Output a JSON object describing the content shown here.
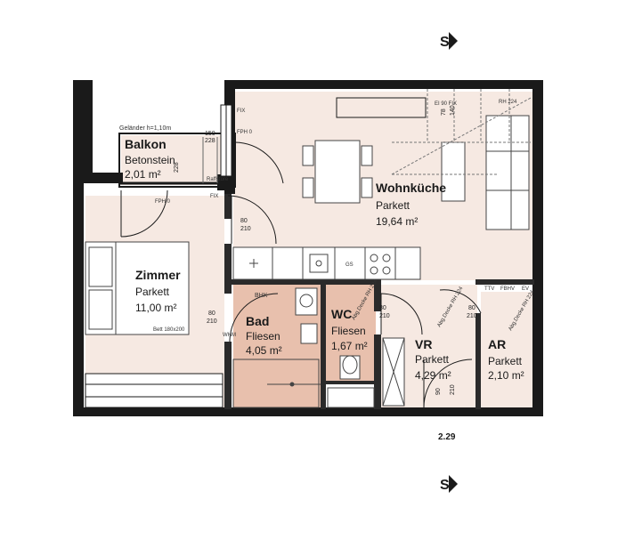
{
  "section_marker_top": "S",
  "section_marker_bottom": "S",
  "rooms": {
    "wohnkueche": {
      "name": "Wohnküche",
      "material": "Parkett",
      "area": "19,64 m²"
    },
    "zimmer": {
      "name": "Zimmer",
      "material": "Parkett",
      "area": "11,00 m²"
    },
    "balkon": {
      "name": "Balkon",
      "material": "Betonstein",
      "area": "2,01 m²"
    },
    "bad": {
      "name": "Bad",
      "material": "Fliesen",
      "area": "4,05 m²"
    },
    "wc": {
      "name": "WC",
      "material": "Fliesen",
      "area": "1,67 m²"
    },
    "vr": {
      "name": "VR",
      "material": "Parkett",
      "area": "4,29 m²"
    },
    "ar": {
      "name": "AR",
      "material": "Parkett",
      "area": "2,10 m²"
    }
  },
  "annotations": {
    "gelaender": "Geländer h=1,10m",
    "fix_top": "FIX",
    "fix_mid": "FIX",
    "fph_top": "FPH 0",
    "fph_zimmer": "FPH 0",
    "bett": "Bett 180x200",
    "bhk": "BHK",
    "gs": "GS",
    "raffstore": "Raffstore",
    "ei90": "EI 90 FIX",
    "abg_decke_wc": "Abg.Decke RH 224",
    "abg_decke_vr": "Abg.Decke RH 224",
    "abg_decke_ar": "Abg.Decke RH 224",
    "whm": "WHM",
    "fbhv": "FBHV",
    "ev": "EV",
    "ttv": "TTV",
    "rh_top": "RH 224",
    "unit_number": "2.29"
  },
  "dimensions": {
    "door_kitchen_w": "80",
    "door_kitchen_h": "210",
    "door_bad_w": "80",
    "door_bad_h": "210",
    "door_wc_w": "80",
    "door_wc_h": "210",
    "door_ar_w": "80",
    "door_ar_h": "210",
    "door_entry_w": "90",
    "door_entry_h": "210",
    "window_top_w": "78",
    "window_top_h": "140",
    "balkon_win_w": "150",
    "balkon_win_h": "228",
    "balkon_win2": "228"
  }
}
